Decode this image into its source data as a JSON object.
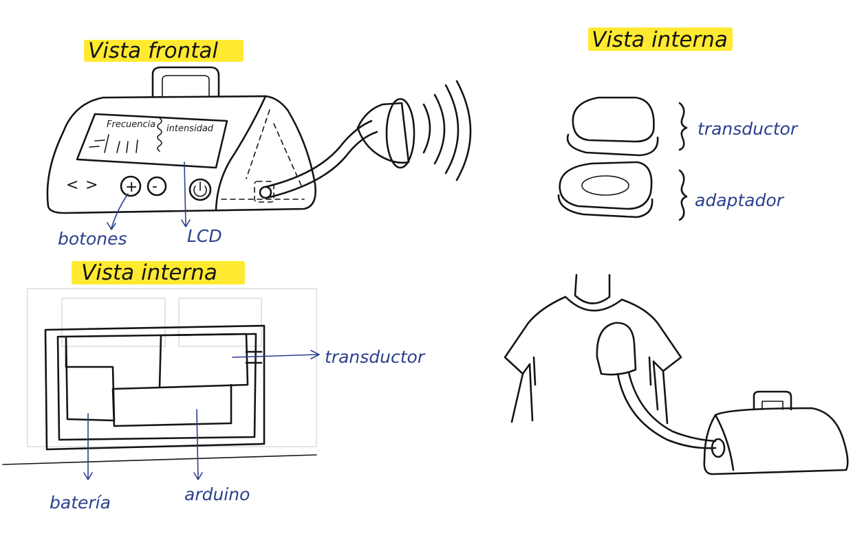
{
  "colors": {
    "ink": "#141414",
    "annotation": "#2b3f8c",
    "highlighter": "#ffe81f",
    "paper": "#ffffff"
  },
  "titles": {
    "front_view": "Vista frontal",
    "internal_view_top": "Vista interna",
    "internal_view_bottom": "Vista interna"
  },
  "device": {
    "lcd_frequency": "Frecuencia",
    "lcd_intensity": "intensidad",
    "nav_left": "<",
    "nav_right": ">",
    "plus": "+",
    "minus": "-",
    "power_icon": "power-icon"
  },
  "labels": {
    "buttons": "botones",
    "lcd": "LCD",
    "transducer_top": "transductor",
    "adapter": "adaptador",
    "transducer_internal": "transductor",
    "battery": "batería",
    "arduino": "arduino"
  }
}
